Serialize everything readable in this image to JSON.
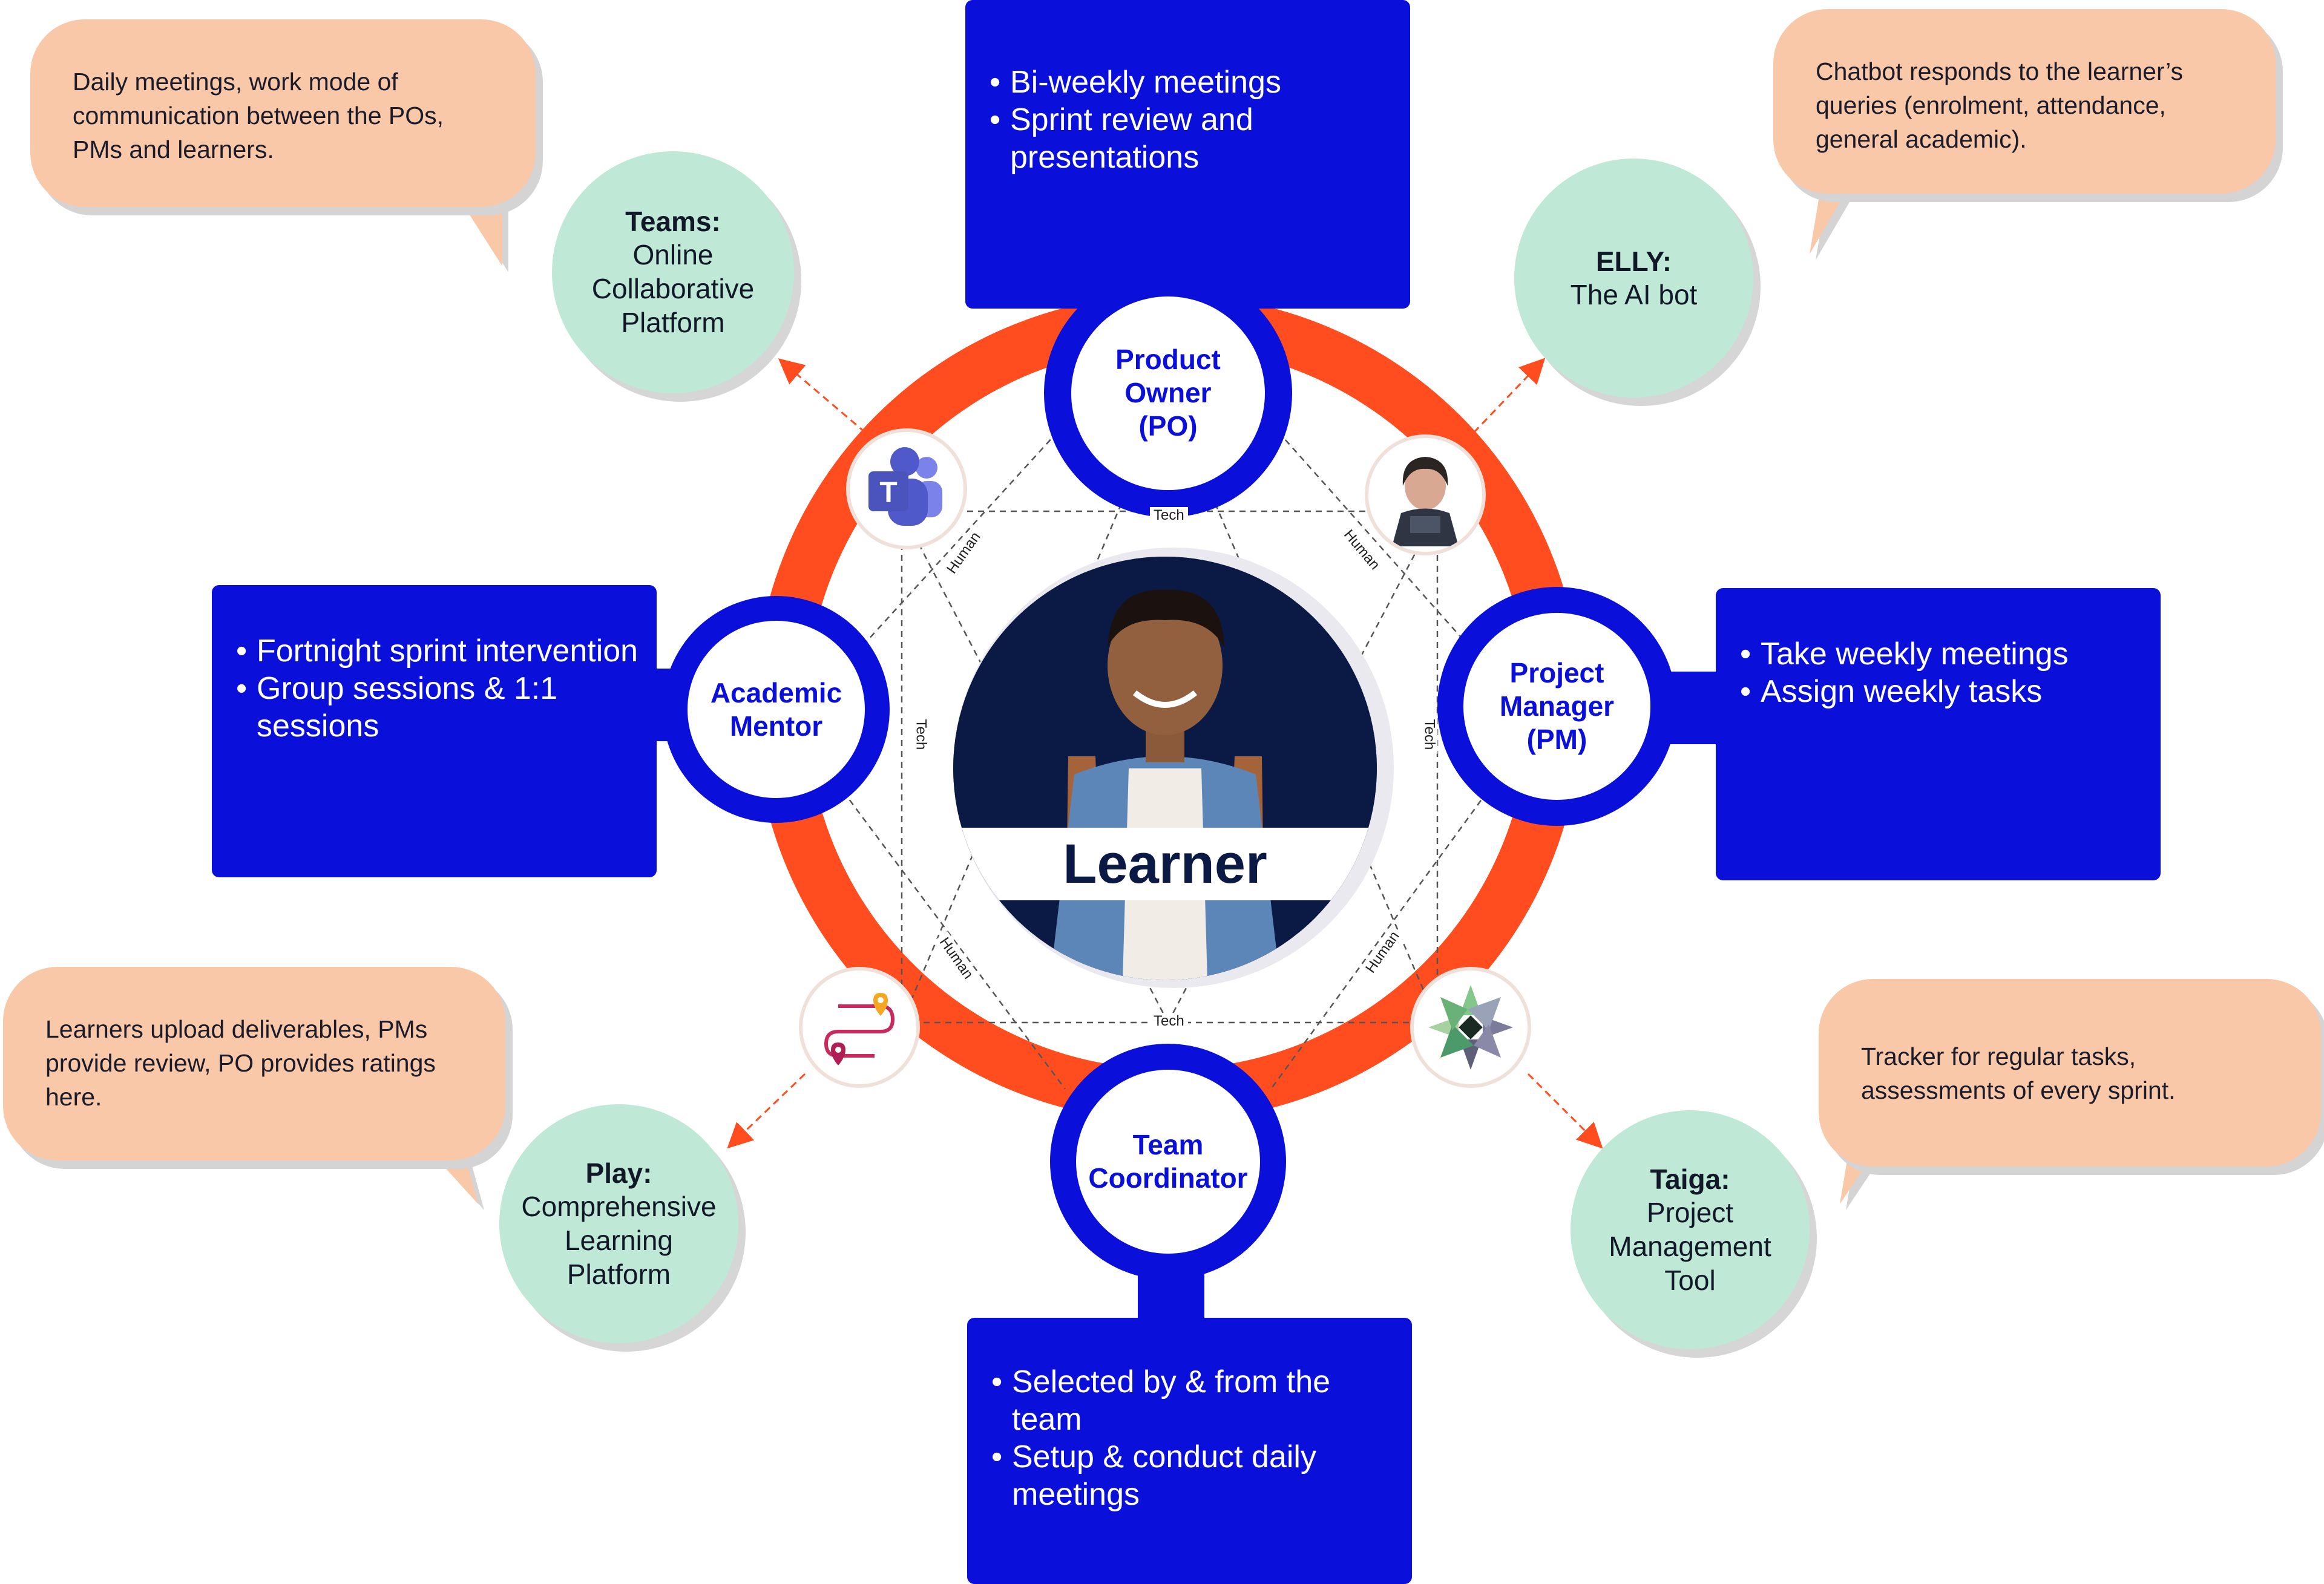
{
  "learner": {
    "label": "Learner"
  },
  "roles": {
    "product_owner": "Product Owner (PO)",
    "academic_mentor": "Academic Mentor",
    "project_manager": "Project Manager (PM)",
    "team_coordinator": "Team Coordinator"
  },
  "role_boxes": {
    "product_owner": [
      "Bi-weekly meetings",
      "Sprint review and presentations"
    ],
    "academic_mentor": [
      "Fortnight sprint intervention",
      "Group sessions & 1:1 sessions"
    ],
    "project_manager": [
      "Take weekly meetings",
      "Assign weekly tasks"
    ],
    "team_coordinator": [
      "Selected by & from the team",
      "Setup & conduct daily meetings"
    ]
  },
  "tools": {
    "teams": {
      "title": "Teams:",
      "desc": "Online Collaborative Platform"
    },
    "elly": {
      "title": "ELLY:",
      "desc": "The AI bot"
    },
    "play": {
      "title": "Play:",
      "desc": "Comprehensive Learning Platform"
    },
    "taiga": {
      "title": "Taiga:",
      "desc": "Project Management Tool"
    }
  },
  "bubbles": {
    "teams": "Daily meetings, work mode of communication between the POs, PMs and learners.",
    "elly": "Chatbot responds to the learner’s queries (enrolment, attendance, general academic).",
    "play": "Learners upload deliverables, PMs provide review, PO provides ratings here.",
    "taiga": "Tracker for regular tasks, assessments of every sprint."
  },
  "edge_labels": {
    "tech_top": "Tech",
    "tech_bottom": "Tech",
    "tech_left": "Tech",
    "tech_right": "Tech",
    "human_tl": "Human",
    "human_tr": "Human",
    "human_bl": "Human",
    "human_br": "Human"
  },
  "icons": {
    "teams": "microsoft-teams-icon",
    "elly": "ai-bot-avatar",
    "play": "route-map-pin-icon",
    "taiga": "taiga-logo-icon"
  },
  "colors": {
    "blue": "#0a0fd9",
    "ring": "#ff4d1f",
    "bubble": "#f9c8a8",
    "tool": "#bfe9d6",
    "navy": "#0b1a45"
  }
}
